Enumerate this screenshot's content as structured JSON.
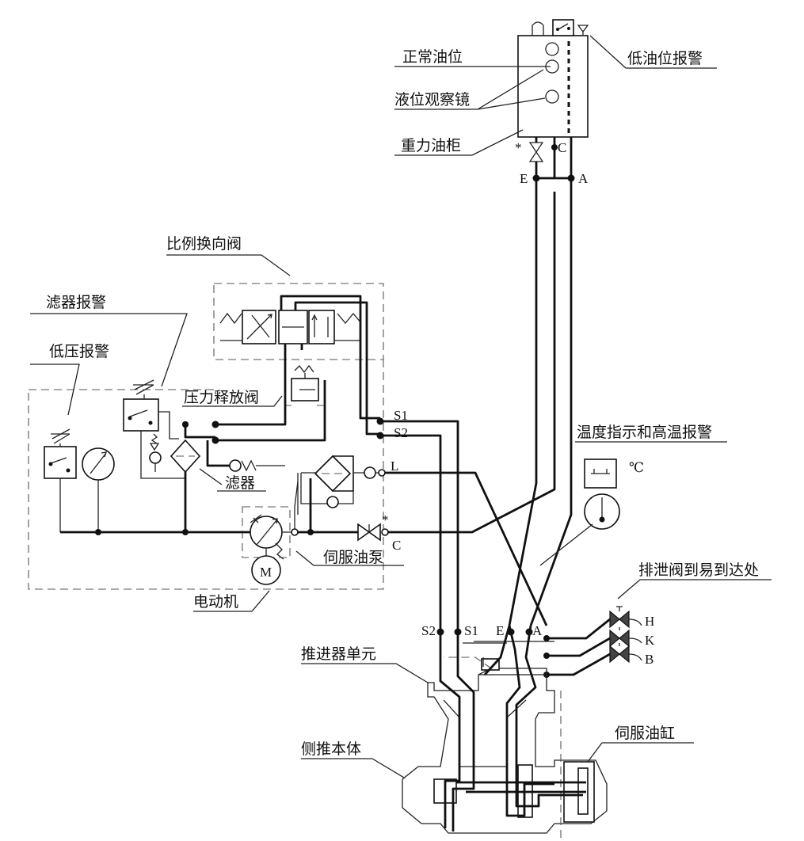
{
  "labels": {
    "normal_level": "正常油位",
    "sight_glass": "液位观察镜",
    "gravity_tank": "重力油柜",
    "low_level_alarm": "低油位报警",
    "prop_valve": "比例换向阀",
    "filter_alarm": "滤器报警",
    "low_pressure_alarm": "低压报警",
    "relief_valve": "压力释放阀",
    "filter": "滤器",
    "servo_pump": "伺服油泵",
    "motor": "电动机",
    "temp_alarm": "温度指示和高温报警",
    "drain_valve": "排泄阀到易到达处",
    "thruster_unit": "推进器单元",
    "thruster_body": "侧推本体",
    "servo_cylinder": "伺服油缸"
  },
  "ports": {
    "s1": "S1",
    "s2": "S2",
    "l": "L",
    "c": "C",
    "e": "E",
    "a": "A",
    "h": "H",
    "k": "K",
    "b": "B",
    "star": "*",
    "motor_m": "M",
    "celsius": "℃"
  }
}
